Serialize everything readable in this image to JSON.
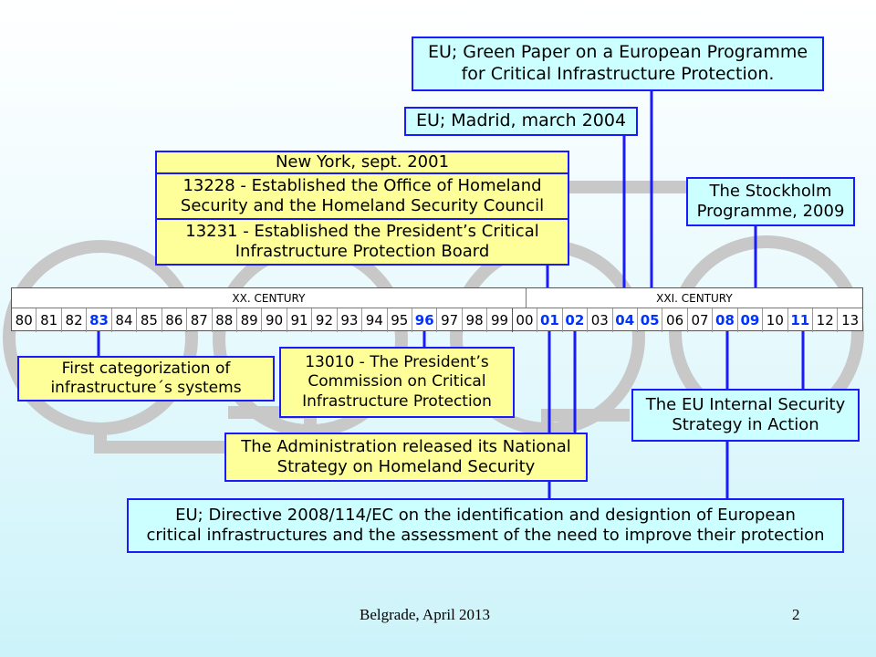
{
  "timeline": {
    "centuries": [
      "XX. CENTURY",
      "XXI. CENTURY"
    ],
    "years_20th": [
      "80",
      "81",
      "82",
      "83",
      "84",
      "85",
      "86",
      "87",
      "88",
      "89",
      "90",
      "91",
      "92",
      "93",
      "94",
      "95",
      "96",
      "97",
      "98",
      "99"
    ],
    "years_21st": [
      "00",
      "01",
      "02",
      "03",
      "04",
      "05",
      "06",
      "07",
      "08",
      "09",
      "10",
      "11",
      "12",
      "13"
    ],
    "highlighted": [
      "83",
      "96",
      "01",
      "02",
      "04",
      "05",
      "08",
      "09",
      "11"
    ]
  },
  "boxes": {
    "green_paper": [
      "EU; Green Paper on a European Programme",
      "for Critical Infrastructure Protection."
    ],
    "madrid": "EU; Madrid, march 2004",
    "new_york": "New York, sept. 2001",
    "eo_13228": [
      "13228 - Established the Office of Homeland",
      "Security and the Homeland Security Council"
    ],
    "eo_13231": [
      "13231 - Established the President’s Critical",
      "Infrastructure Protection Board"
    ],
    "stockholm": [
      "The Stockholm",
      "Programme, 2009"
    ],
    "first_categorization": [
      "First categorization of",
      "infrastructure´s systems"
    ],
    "eo_13010": [
      "13010 - The President’s",
      "Commission on Critical",
      "Infrastructure Protection"
    ],
    "eu_iss": [
      "The EU Internal Security",
      "Strategy in Action"
    ],
    "national_strategy": [
      "The Administration released its National",
      "Strategy on Homeland Security"
    ],
    "directive": [
      "EU; Directive 2008/114/EC on the identification and designtion of European",
      "critical infrastructures and the assessment of the need to improve their protection"
    ]
  },
  "footer": {
    "left": "Belgrade, April 2013",
    "page": "2"
  },
  "colors": {
    "line": "#1a1aff",
    "yellow_box": "#ffff99",
    "cyan_box": "#ccffff",
    "highlight_year": "#0033ff"
  }
}
